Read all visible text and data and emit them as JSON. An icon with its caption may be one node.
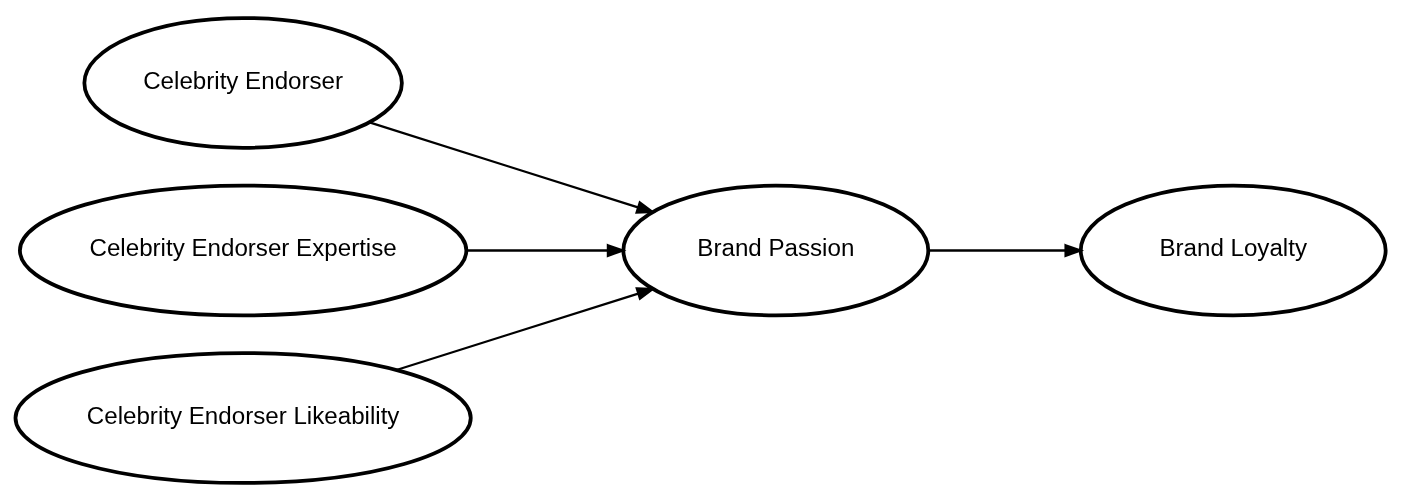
{
  "diagram": {
    "nodes": [
      {
        "text": [
          "Celebrity Endorser"
        ]
      },
      {
        "text": [
          "Celebrity Endorser Expertise"
        ]
      },
      {
        "text": [
          "Celebrity Endorser Likeability"
        ]
      },
      {
        "text": [
          "Brand Passion"
        ]
      },
      {
        "text": [
          "Brand Loyalty"
        ]
      }
    ],
    "edges": [
      {
        "from": 0,
        "to": 3,
        "arrow": "to"
      },
      {
        "from": 1,
        "to": 3,
        "arrow": "to"
      },
      {
        "from": 2,
        "to": 3,
        "arrow": "to"
      },
      {
        "from": 3,
        "to": 4,
        "arrow": "to"
      }
    ]
  }
}
